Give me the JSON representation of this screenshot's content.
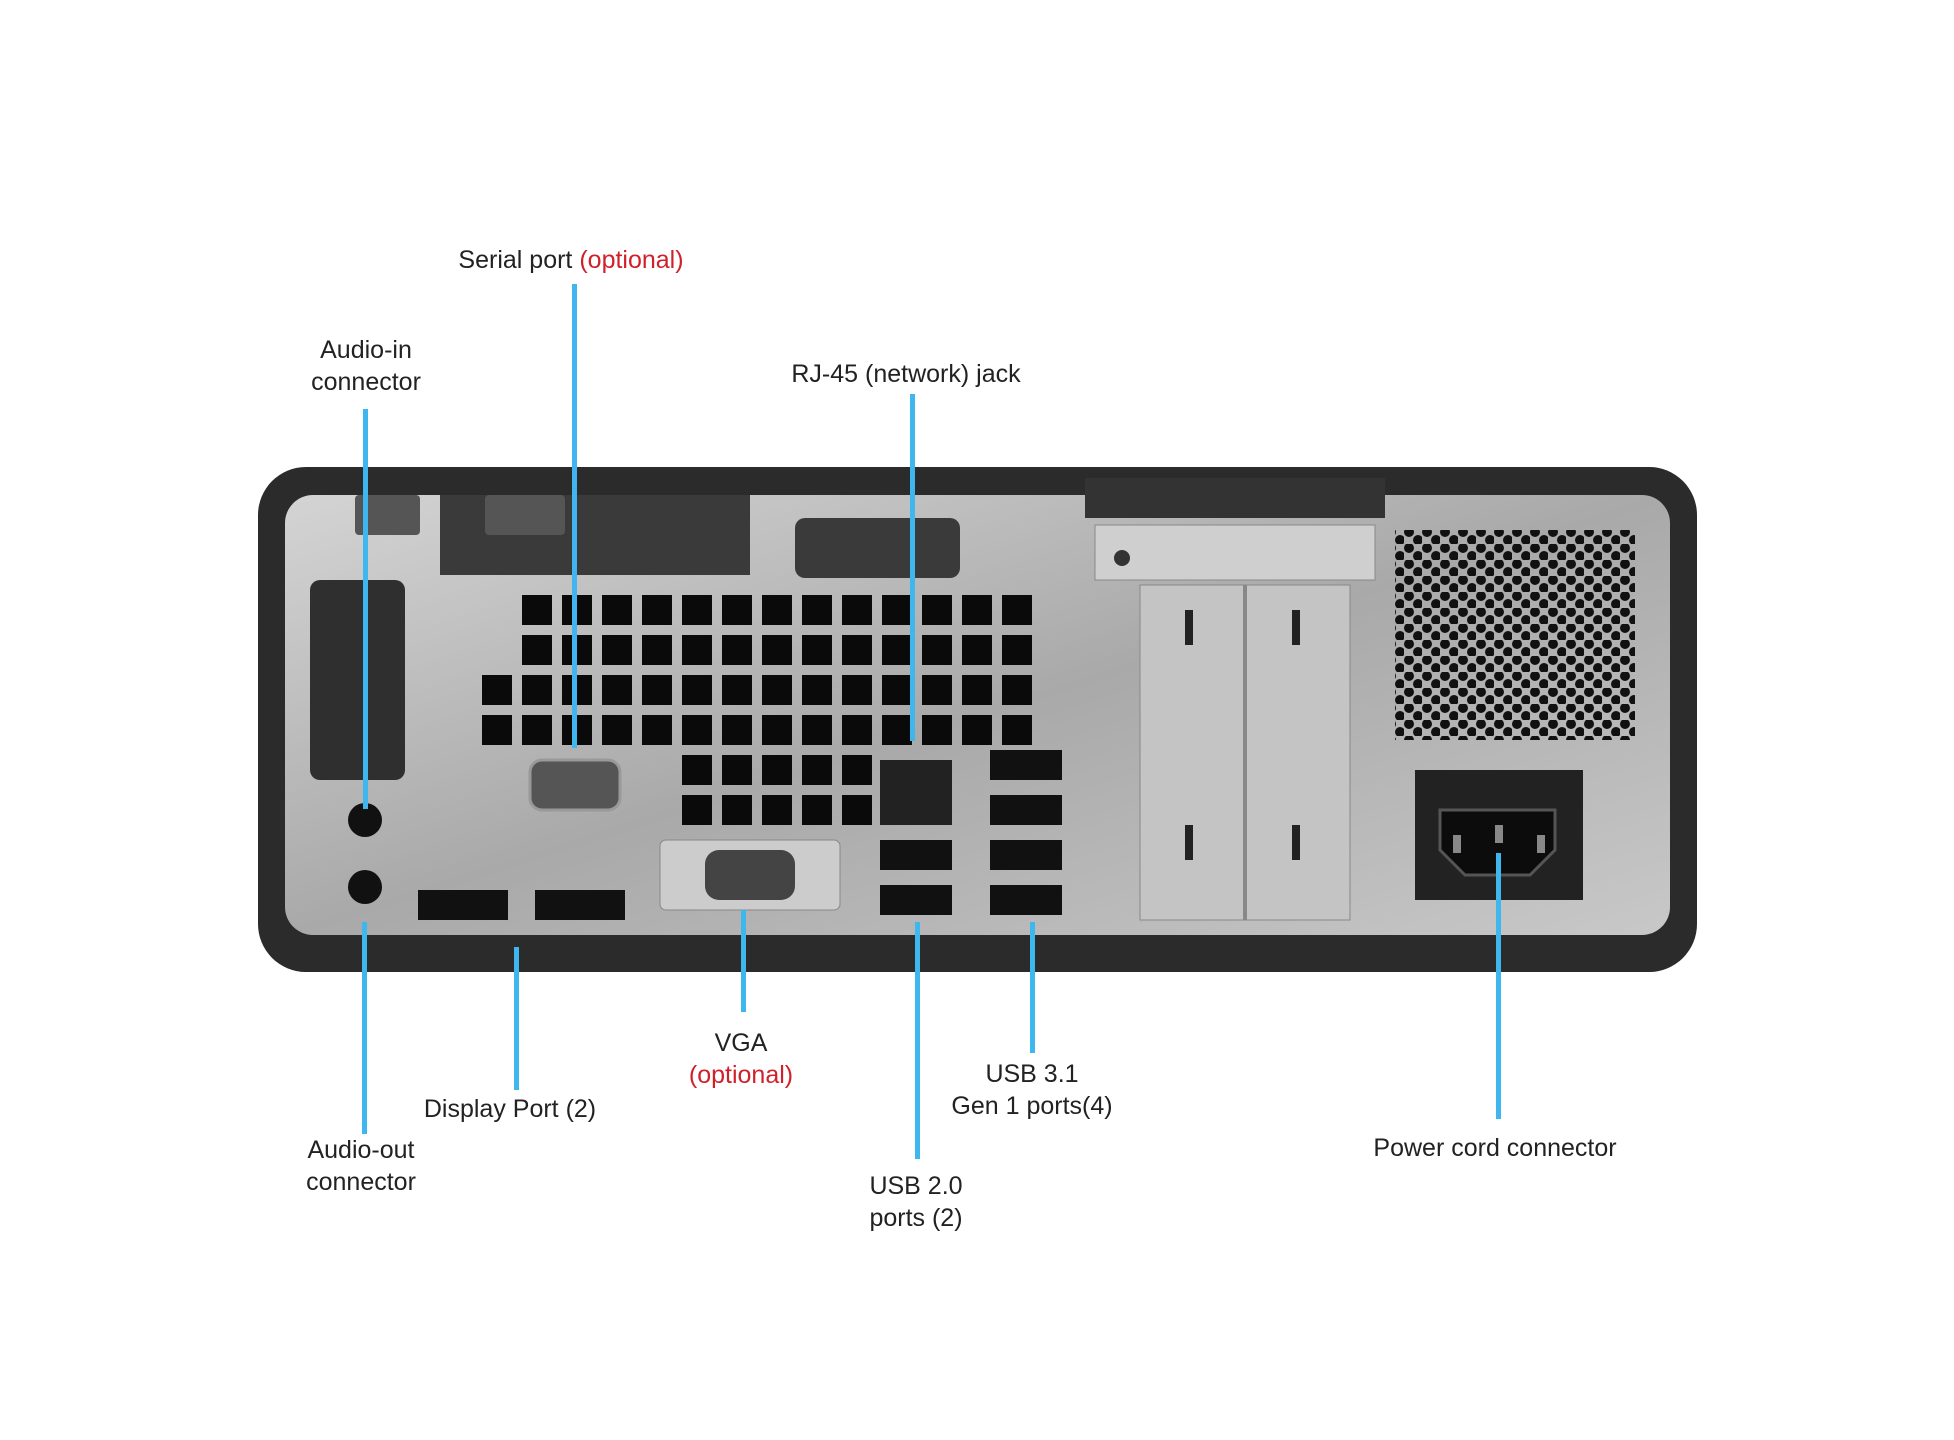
{
  "labels": {
    "serial": {
      "text": "Serial port",
      "optional": "(optional)"
    },
    "audio_in": {
      "line1": "Audio-in",
      "line2": "connector"
    },
    "rj45": {
      "text": "RJ-45 (network) jack"
    },
    "audio_out": {
      "line1": "Audio-out",
      "line2": "connector"
    },
    "display_port": {
      "text": "Display Port (2)"
    },
    "vga": {
      "text": "VGA",
      "optional": "(optional)"
    },
    "usb20": {
      "line1": "USB 2.0",
      "line2": "ports (2)"
    },
    "usb31": {
      "line1": "USB 3.1",
      "line2": "Gen 1 ports(4)"
    },
    "power": {
      "text": "Power cord connector"
    }
  },
  "colors": {
    "leader": "#3fb6ee",
    "optional": "#d0202a",
    "frame": "#2b2b2b",
    "panel": "#b9b9b9"
  }
}
